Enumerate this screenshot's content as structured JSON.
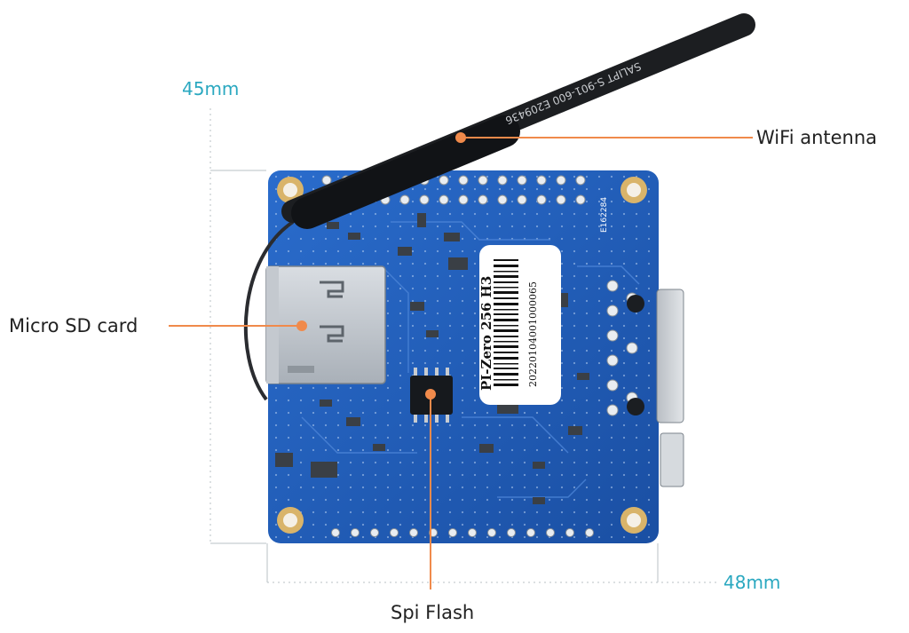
{
  "dimensions": {
    "height": "45mm",
    "width": "48mm",
    "color": "#2aa8c0"
  },
  "callouts": {
    "wifi_antenna": "WiFi antenna",
    "micro_sd": "Micro SD card",
    "spi_flash": "Spi Flash",
    "line_color": "#f08a4b"
  },
  "board": {
    "label_model": "PI-Zero 256 H3",
    "label_serial": "20220104001000065",
    "antenna_print": "SALIPT S-901-600 E209436",
    "pcb_code": "E162284",
    "pcb_color": "#1f5fb8"
  }
}
